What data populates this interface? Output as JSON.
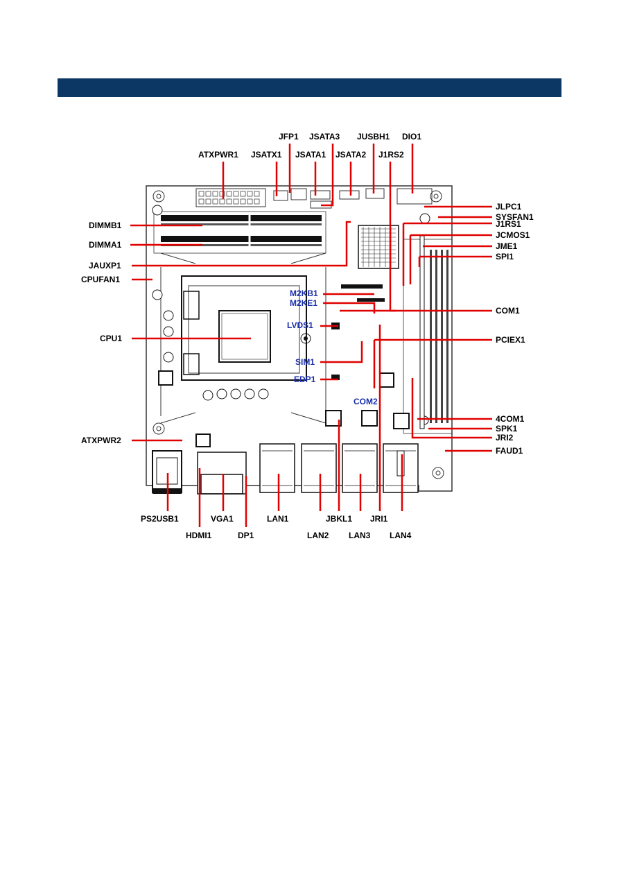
{
  "diagram": {
    "top_labels": {
      "atxpwr1": "ATXPWR1",
      "jsatx1": "JSATX1",
      "jfp1": "JFP1",
      "jsata1": "JSATA1",
      "jsata3": "JSATA3",
      "jsata2": "JSATA2",
      "jusbh1": "JUSBH1",
      "j1rs2": "J1RS2",
      "dio1": "DIO1"
    },
    "left_labels": {
      "dimmb1": "DIMMB1",
      "dimma1": "DIMMA1",
      "jauxp1": "JAUXP1",
      "cpufan1": "CPUFAN1",
      "cpu1": "CPU1",
      "atxpwr2": "ATXPWR2"
    },
    "right_labels": {
      "jlpc1": "JLPC1",
      "sysfan1": "SYSFAN1",
      "j1rs1": "J1RS1",
      "jcmos1": "JCMOS1",
      "jme1": "JME1",
      "spi1": "SPI1",
      "com1": "COM1",
      "pciex1": "PCIEX1",
      "com4": "4COM1",
      "spk1": "SPK1",
      "jri2": "JRI2",
      "faud1": "FAUD1"
    },
    "inner_labels": {
      "m2kb1": "M2KB1",
      "m2ke1": "M2KE1",
      "lvds1": "LVDS1",
      "sim1": "SIM1",
      "edp1": "EDP1",
      "com2": "COM2"
    },
    "bottom_labels": {
      "ps2usb1": "PS2USB1",
      "hdmi1": "HDMI1",
      "vga1": "VGA1",
      "dp1": "DP1",
      "lan1": "LAN1",
      "lan2": "LAN2",
      "jbkl1": "JBKL1",
      "lan3": "LAN3",
      "jri1": "JRI1",
      "lan4": "LAN4"
    },
    "colors": {
      "header": "#0c3764",
      "leader": "#e00000",
      "inner_label": "#1a2ea8"
    }
  }
}
